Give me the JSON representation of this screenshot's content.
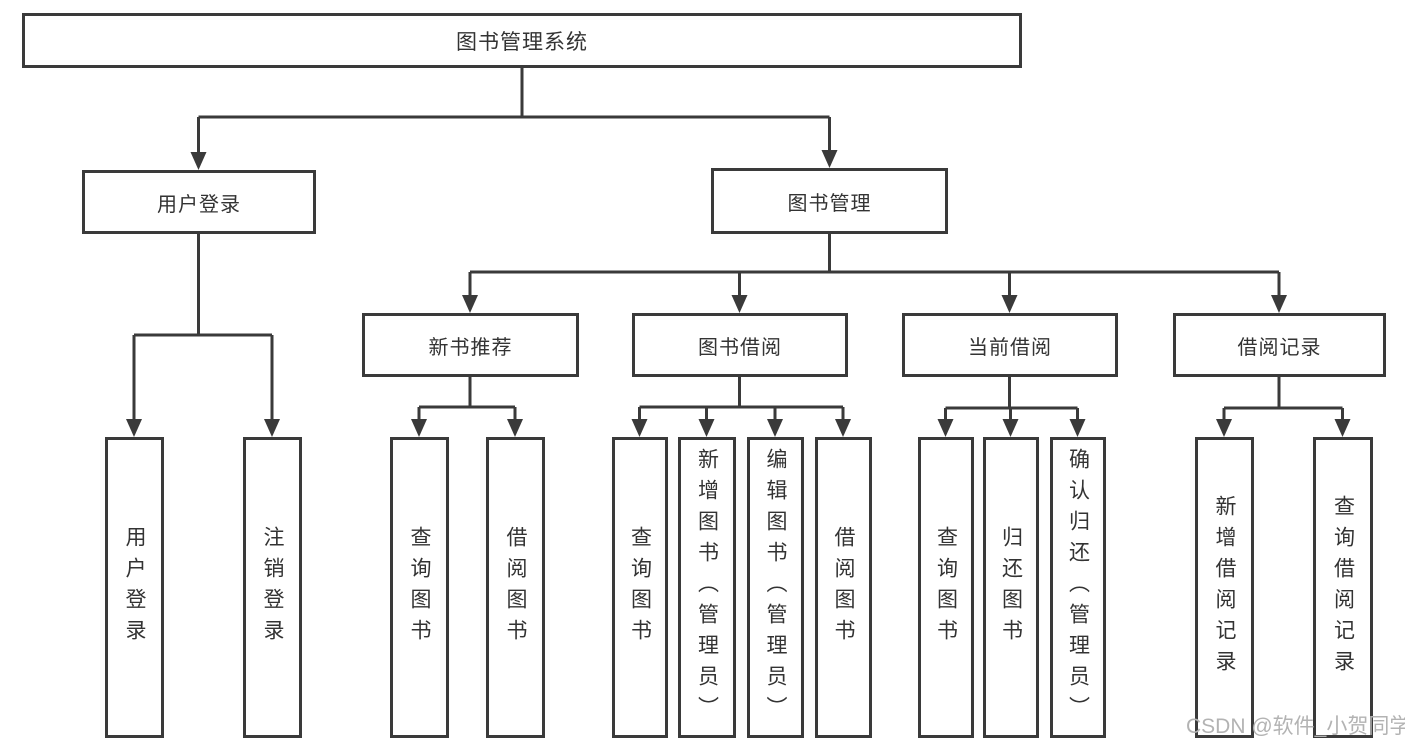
{
  "colors": {
    "line": "#3a3a3a",
    "box_border": "#3a3a3a",
    "text": "#333333",
    "background": "#ffffff",
    "watermark": "#b3b3b3"
  },
  "tree": {
    "root": {
      "label": "图书管理系统",
      "children": [
        {
          "label": "用户登录",
          "children": [
            {
              "label": "用户登录"
            },
            {
              "label": "注销登录"
            }
          ]
        },
        {
          "label": "图书管理",
          "children": [
            {
              "label": "新书推荐",
              "children": [
                {
                  "label": "查询图书"
                },
                {
                  "label": "借阅图书"
                }
              ]
            },
            {
              "label": "图书借阅",
              "children": [
                {
                  "label": "查询图书"
                },
                {
                  "label": "新增图书（管理员）"
                },
                {
                  "label": "编辑图书（管理员）"
                },
                {
                  "label": "借阅图书"
                }
              ]
            },
            {
              "label": "当前借阅",
              "children": [
                {
                  "label": "查询图书"
                },
                {
                  "label": "归还图书"
                },
                {
                  "label": "确认归还（管理员）"
                }
              ]
            },
            {
              "label": "借阅记录",
              "children": [
                {
                  "label": "新增借阅记录"
                },
                {
                  "label": "查询借阅记录"
                }
              ]
            }
          ]
        }
      ]
    }
  },
  "watermark": {
    "text": "CSDN @软件_小贺同学"
  }
}
